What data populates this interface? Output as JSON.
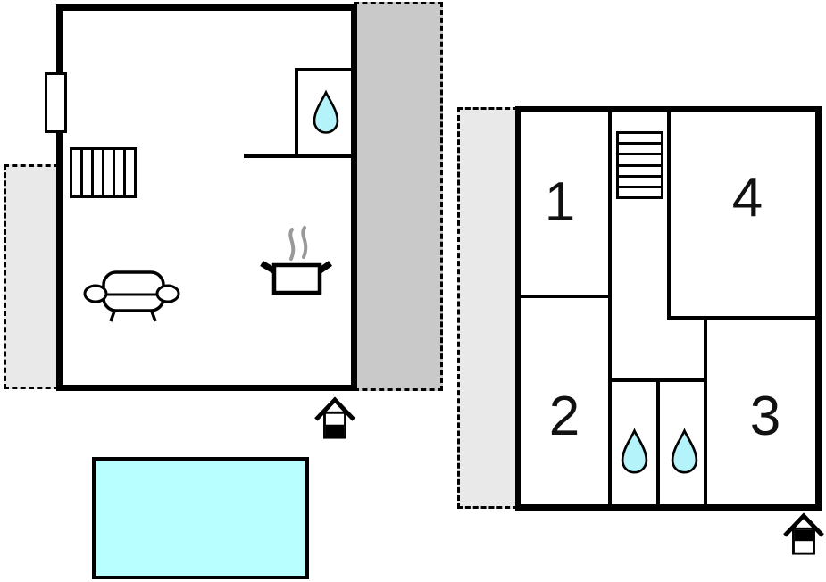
{
  "colors": {
    "wall": "#000000",
    "terrace_light": "#e9e9e9",
    "terrace_dark": "#c9c9c9",
    "water": "#b4f3f9",
    "pool": "#b8ffff",
    "steam": "#999999"
  },
  "left_plan": {
    "icons": {
      "window": "window-icon",
      "radiator": "radiator-icon",
      "water_drop": "water-drop-icon",
      "sofa": "sofa-icon",
      "pot": "cooking-pot-icon",
      "entrance": "entrance-house-icon"
    }
  },
  "right_plan": {
    "rooms": [
      {
        "label": "1"
      },
      {
        "label": "2"
      },
      {
        "label": "3"
      },
      {
        "label": "4"
      }
    ],
    "icons": {
      "stairs": "stairs-icon",
      "water_drop_left": "water-drop-icon",
      "water_drop_right": "water-drop-icon",
      "entrance": "entrance-house-icon"
    }
  },
  "pool": {
    "label": ""
  }
}
